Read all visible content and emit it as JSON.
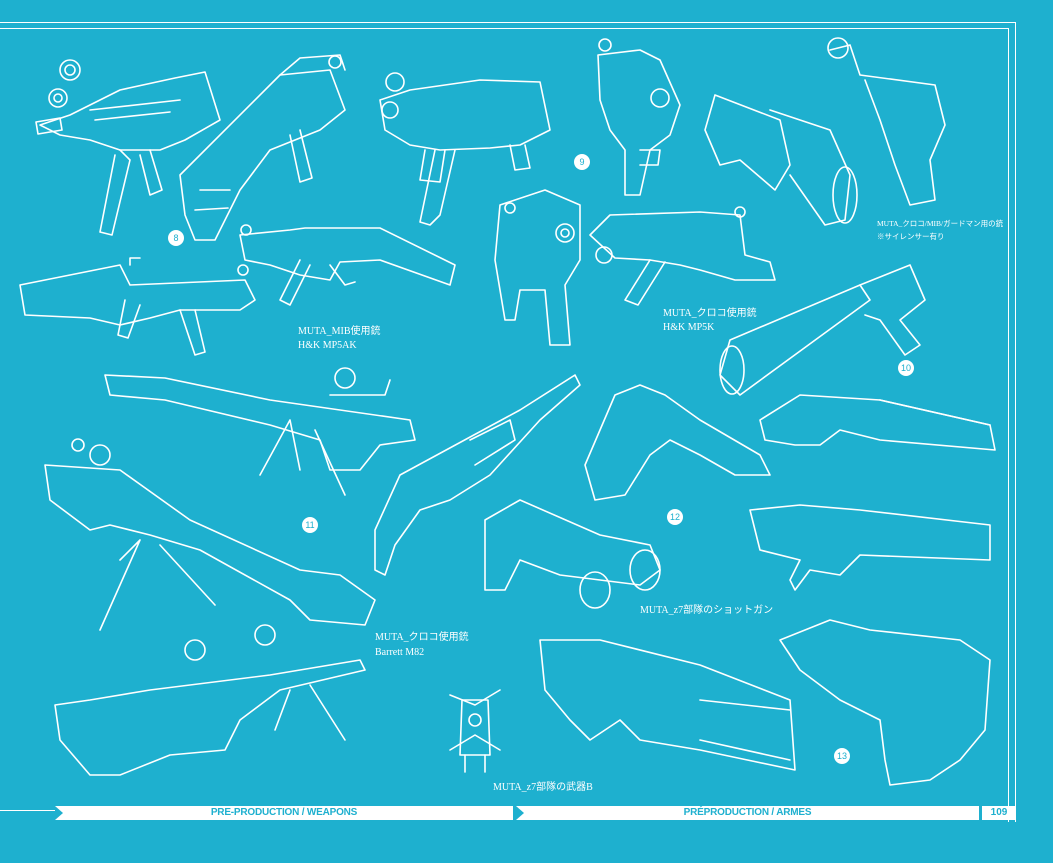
{
  "captions": {
    "mp5ak_line1": "MUTA_MIB使用銃",
    "mp5ak_line2": "H&K MP5AK",
    "mp5k_line1": "MUTA_クロコ使用銃",
    "mp5k_line2": "H&K MP5K",
    "pistol_line1": "MUTA_クロコ/MIB/ガードマン用の銃",
    "pistol_line2": "※サイレンサー有り",
    "barrett_line1": "MUTA_クロコ使用銃",
    "barrett_line2": "Barrett M82",
    "shotgun": "MUTA_z7部隊のショットガン",
    "weapon_b": "MUTA_z7部隊の武器B"
  },
  "numbers": [
    "8",
    "9",
    "10",
    "11",
    "12",
    "13"
  ],
  "footer": {
    "left_label": "PRE-PRODUCTION / WEAPONS",
    "right_label": "PRÉPRODUCTION / ARMES",
    "page_number": "109"
  },
  "colors": {
    "background": "#1eb0cf",
    "line": "#ffffff"
  }
}
